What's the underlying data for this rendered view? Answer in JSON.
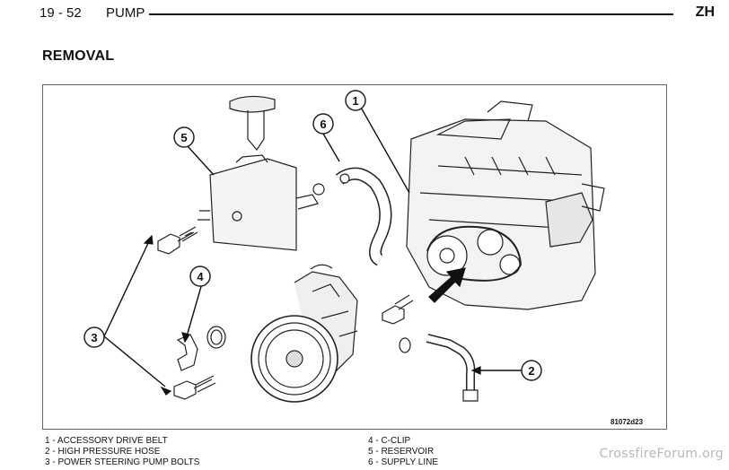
{
  "header": {
    "page_number": "19 - 52",
    "section": "PUMP",
    "model": "ZH"
  },
  "section_title": "REMOVAL",
  "figure": {
    "callouts": [
      "1",
      "2",
      "3",
      "4",
      "5",
      "6"
    ],
    "figure_id": "81072d23"
  },
  "legend": {
    "left": [
      "1 - ACCESSORY DRIVE BELT",
      "2 - HIGH PRESSURE HOSE",
      "3 - POWER STEERING PUMP BOLTS"
    ],
    "right": [
      "4 - C-CLIP",
      "5 - RESERVOIR",
      "6 - SUPPLY LINE"
    ]
  },
  "watermark": "CrossfireForum.org"
}
